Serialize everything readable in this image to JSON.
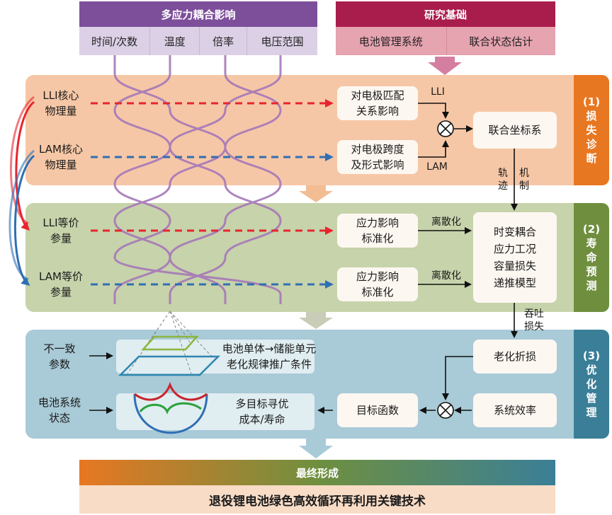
{
  "stress": {
    "title": "多应力耦合影响",
    "tabs": [
      "时间/次数",
      "温度",
      "倍率",
      "电压范围"
    ]
  },
  "research": {
    "title": "研究基础",
    "tabs": [
      "电池管理系统",
      "联合状态估计"
    ]
  },
  "diagnosis": {
    "side_label": "(1)\n损\n失\n诊\n断",
    "lli_core": "LLI核心\n物理量",
    "lam_core": "LAM核心\n物理量",
    "electrode_match": "对电极匹配\n关系影响",
    "electrode_span": "对电极跨度\n及形式影响",
    "lli_tag": "LLI",
    "lam_tag": "LAM",
    "joint_coord": "联合坐标系",
    "track": "轨\n迹",
    "mechanism": "机\n制"
  },
  "prediction": {
    "side_label": "(2)\n寿\n命\n预\n测",
    "lli_equiv": "LLI等价\n参量",
    "lam_equiv": "LAM等价\n参量",
    "stress_norm_1": "应力影响\n标准化",
    "stress_norm_2": "应力影响\n标准化",
    "discretize_1": "离散化",
    "discretize_2": "离散化",
    "model": "时变耦合\n应力工况\n容量损失\n递推模型",
    "throughput": "吞吐\n损失"
  },
  "optimization": {
    "side_label": "(3)\n优\n化\n管\n理",
    "inconsistent": "不一致\n参数",
    "cell_to_unit": "电池单体→储能单元\n老化规律推广条件",
    "aging_discount": "老化折损",
    "battery_state": "电池系统\n状态",
    "multi_obj": "多目标寻优\n成本/寿命",
    "objective": "目标函数",
    "efficiency": "系统效率"
  },
  "final": {
    "title": "最终形成",
    "subtitle": "退役锂电池绿色高效循环再利用关键技术"
  },
  "colors": {
    "stress_header": "#7d4f9a",
    "stress_tab": "#dcd0e6",
    "research_header": "#a91d4c",
    "research_tab": "#e6a3b0",
    "band1": "#f6c7a6",
    "band1_side": "#e87722",
    "band2": "#c7d3ab",
    "band2_side": "#6f8f3f",
    "band3": "#a9cad7",
    "band3_side": "#3a7f97",
    "lli_line": "#e8242d",
    "lam_line": "#2f6fb4"
  }
}
